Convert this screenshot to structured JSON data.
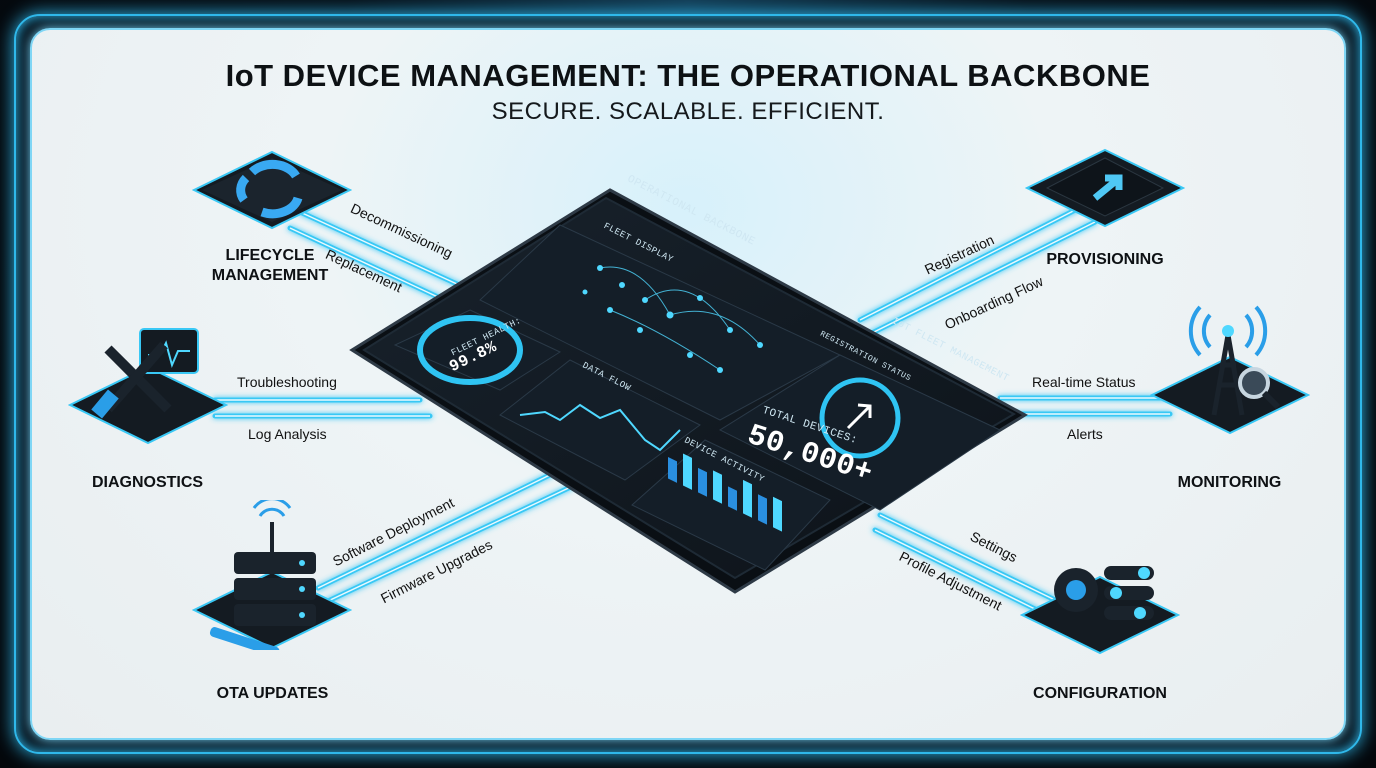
{
  "title": "IoT DEVICE MANAGEMENT: THE OPERATIONAL BACKBONE",
  "subtitle": "SECURE. SCALABLE. EFFICIENT.",
  "nodes": {
    "lifecycle": {
      "title_line1": "LIFECYCLE",
      "title_line2": "MANAGEMENT",
      "link1": "Decommissioning",
      "link2": "Replacement",
      "icon": "recycle-icon"
    },
    "provisioning": {
      "title": "PROVISIONING",
      "link1": "Registration",
      "link2": "Onboarding Flow",
      "icon": "chip-upload-icon"
    },
    "diagnostics": {
      "title": "DIAGNOSTICS",
      "link1": "Troubleshooting",
      "link2": "Log Analysis",
      "icon": "wrench-screwdriver-icon"
    },
    "monitoring": {
      "title": "MONITORING",
      "link1": "Real-time Status",
      "link2": "Alerts",
      "icon": "antenna-tower-icon"
    },
    "ota": {
      "title": "OTA UPDATES",
      "link1": "Software Deployment",
      "link2": "Firmware Upgrades",
      "icon": "server-stack-icon"
    },
    "configuration": {
      "title": "CONFIGURATION",
      "link1": "Settings",
      "link2": "Profile Adjustment",
      "icon": "gear-toggles-icon"
    }
  },
  "dashboard": {
    "header": "OPERATIONAL BACKBONE",
    "fleet_map_label": "FLEET DISPLAY",
    "fleet_health_label": "FLEET HEALTH:",
    "fleet_health_value": "99.8%",
    "data_flow_label": "DATA FLOW",
    "device_activity_label": "DEVICE ACTIVITY",
    "management_label": "IoT FLEET MANAGEMENT",
    "registration_status_label": "REGISTRATION STATUS",
    "total_devices_label": "TOTAL DEVICES:",
    "total_devices_value": "50,000+",
    "fleet_health_fraction": 0.998,
    "device_activity_bars": [
      0.45,
      0.8,
      0.55,
      0.7,
      0.4,
      0.85,
      0.6,
      0.75
    ]
  },
  "colors": {
    "accent": "#2fc4f3",
    "beam": "#39c8f5",
    "dark": "#111820"
  }
}
